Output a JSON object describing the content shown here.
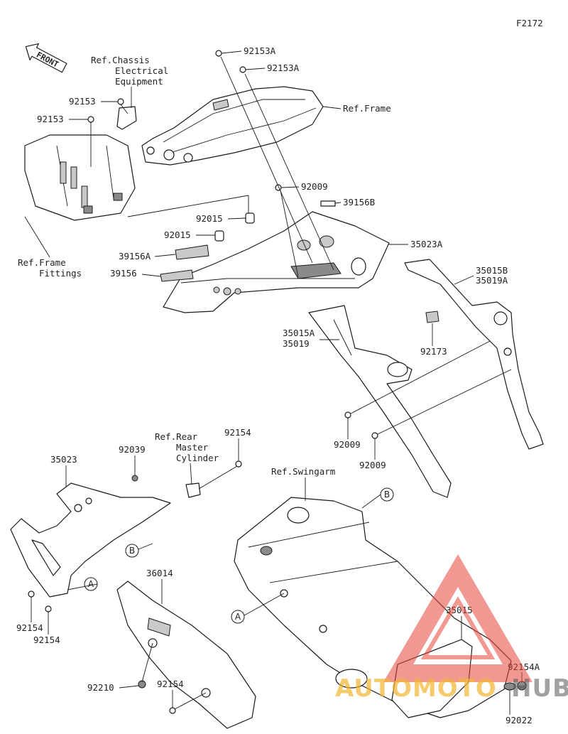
{
  "figure_code": "F2172",
  "front_label": "FRONT",
  "references": {
    "chassis_electrical": [
      "Ref.Chassis",
      "Electrical",
      "Equipment"
    ],
    "frame": "Ref.Frame",
    "frame_fittings": [
      "Ref.Frame",
      "Fittings"
    ],
    "rear_master_cylinder": [
      "Ref.Rear",
      "Master",
      "Cylinder"
    ],
    "swingarm": "Ref.Swingarm"
  },
  "part_labels": {
    "p92153A_1": "92153A",
    "p92153A_2": "92153A",
    "p92153_1": "92153",
    "p92153_2": "92153",
    "p92009_top": "92009",
    "p39156B": "39156B",
    "p92015_1": "92015",
    "p92015_2": "92015",
    "p35023A": "35023A",
    "p39156A": "39156A",
    "p39156": "39156",
    "p35015B": "35015B",
    "p35019A": "35019A",
    "p35015A": "35015A",
    "p35019": "35019",
    "p92173": "92173",
    "p92009_l": "92009",
    "p92009_r": "92009",
    "p35023": "35023",
    "p92039": "92039",
    "p92154_top": "92154",
    "p92154_1": "92154",
    "p92154_2": "92154",
    "p36014": "36014",
    "p92210": "92210",
    "p92154_3": "92154",
    "p35015": "35015",
    "p92154A": "92154A",
    "p92022": "92022"
  },
  "callouts": {
    "a1": "A",
    "a2": "A",
    "b1": "B",
    "b2": "B"
  },
  "watermark": {
    "text_left": "AUTOMOTO",
    "text_right": "HUB",
    "color_red": "#e8453c",
    "color_yellow": "#f2b632",
    "color_gray": "#555555"
  }
}
